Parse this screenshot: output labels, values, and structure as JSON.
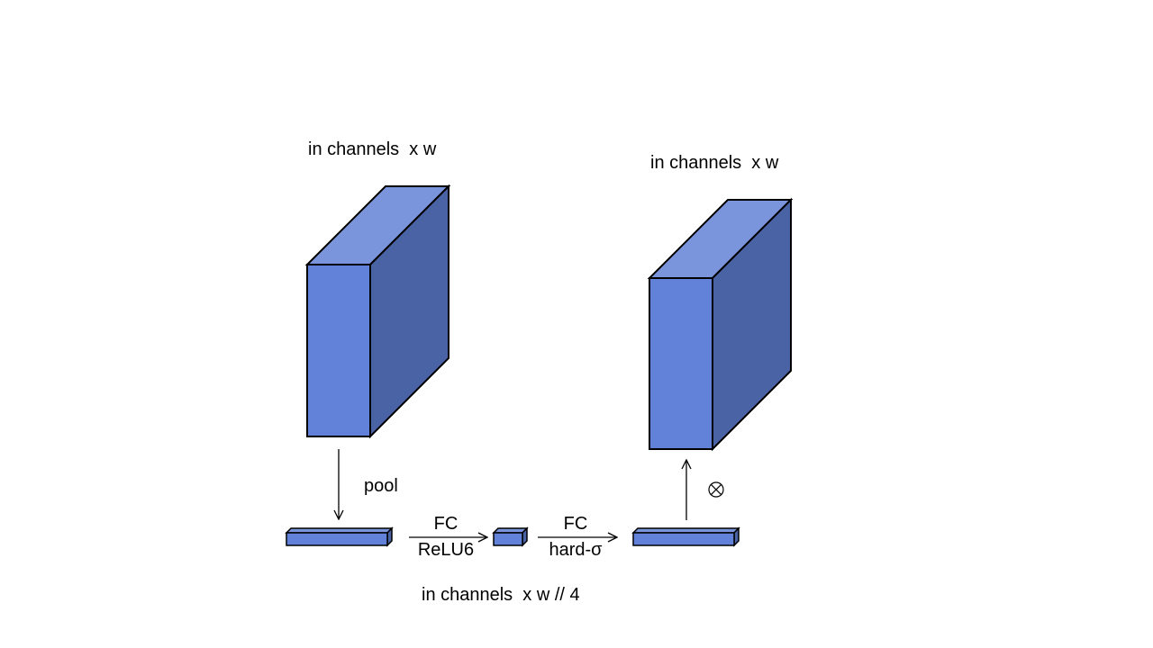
{
  "diagram": {
    "input_block_label": "in channels  x w",
    "output_block_label": "in channels  x w",
    "pool_label": "pool",
    "fc1_label": "FC",
    "fc1_activation": "ReLU6",
    "fc2_label": "FC",
    "fc2_activation": "hard-σ",
    "multiply_symbol": "⊗",
    "bottleneck_label": "in channels  x w // 4"
  },
  "colors": {
    "front_face": "#6282d9",
    "top_face": "#7b95dd",
    "side_face": "#4a63a5",
    "stroke": "#000000"
  }
}
